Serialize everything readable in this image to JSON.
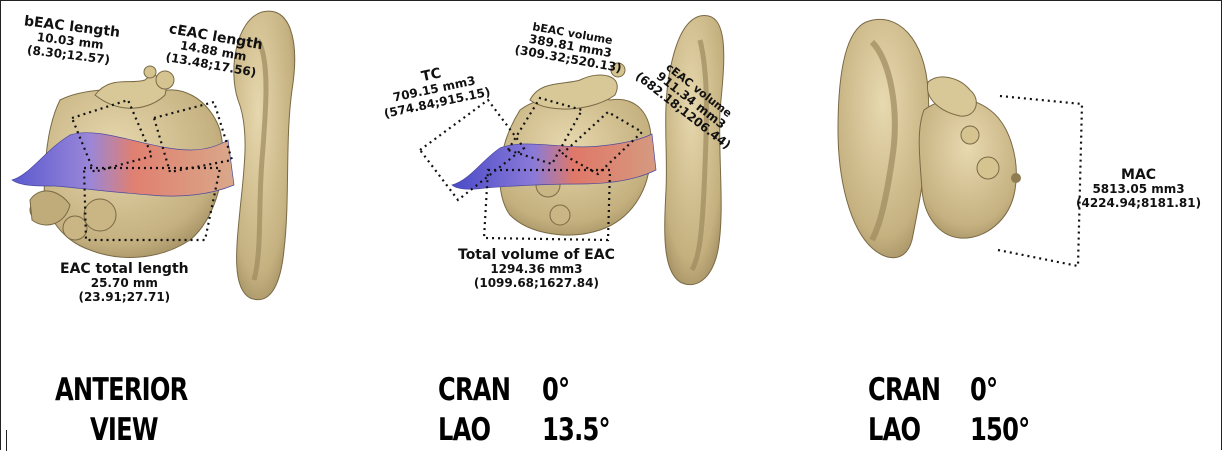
{
  "panels": {
    "left": {
      "beac_length": {
        "title": "bEAC length",
        "value": "10.03 mm",
        "ci": "(8.30;12.57)"
      },
      "ceac_length": {
        "title": "cEAC length",
        "value": "14.88 mm",
        "ci": "(13.48;17.56)"
      },
      "eac_total_length": {
        "title": "EAC total length",
        "value": "25.70 mm",
        "ci": "(23.91;27.71)"
      },
      "view_line1": "ANTERIOR",
      "view_line2": "VIEW"
    },
    "middle": {
      "tc": {
        "title": "TC",
        "value": "709.15 mm3",
        "ci": "(574.84;915.15)"
      },
      "beac_volume": {
        "title": "bEAC volume",
        "value": "389.81 mm3",
        "ci": "(309.32;520.13)"
      },
      "ceac_volume": {
        "title": "cEAC volume",
        "value": "911.34 mm3",
        "ci": "(682.18;1206.44)"
      },
      "total_volume": {
        "title": "Total volume of EAC",
        "value": "1294.36 mm3",
        "ci": "(1099.68;1627.84)"
      },
      "cran_label": "CRAN",
      "cran_value": "0°",
      "lao_label": "LAO",
      "lao_value": "13.5°"
    },
    "right": {
      "mac": {
        "title": "MAC",
        "value": "5813.05 mm3",
        "ci": "(4224.94;8181.81)"
      },
      "cran_label": "CRAN",
      "cran_value": "0°",
      "lao_label": "LAO",
      "lao_value": "150°"
    }
  },
  "colors": {
    "bone": "#cbb88a",
    "bone_dark": "#8c7a52",
    "canal_blue": "#6f6fd6",
    "canal_red": "#e07a6a",
    "box_stroke": "#111111"
  }
}
